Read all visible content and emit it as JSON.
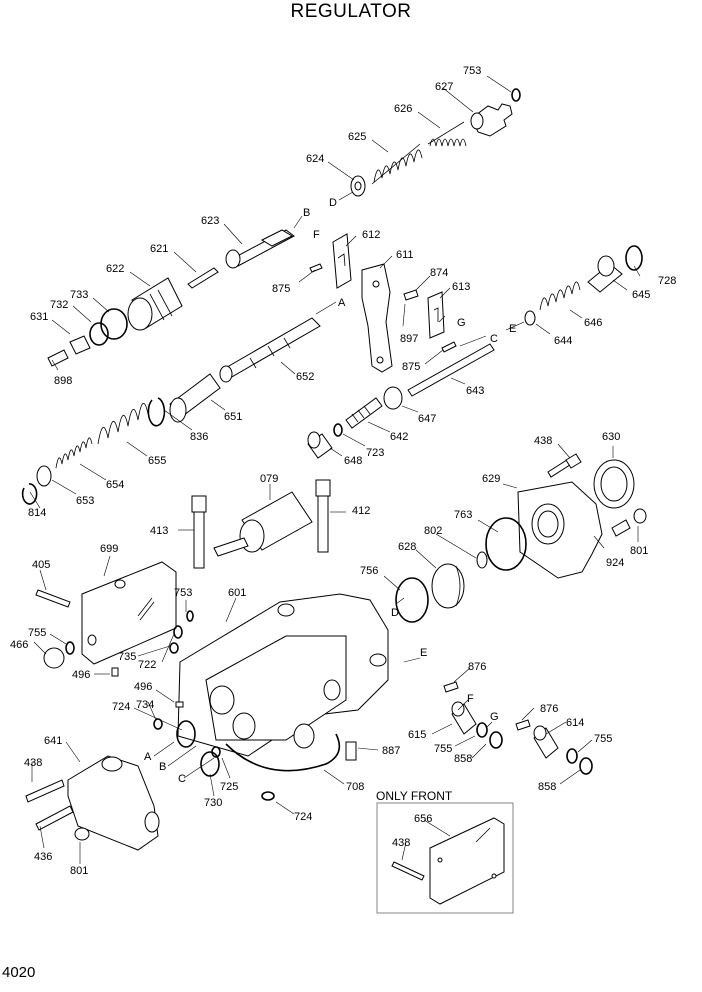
{
  "title": "REGULATOR",
  "page_number": "4020",
  "inset_label": "ONLY FRONT",
  "labels": {
    "p753a": "753",
    "p627": "627",
    "p626": "626",
    "p625": "625",
    "p624": "624",
    "lD1": "D",
    "lB1": "B",
    "p623": "623",
    "lF1": "F",
    "p612": "612",
    "p611": "611",
    "p621": "621",
    "p622": "622",
    "p733": "733",
    "p732": "732",
    "p631": "631",
    "p898": "898",
    "p875a": "875",
    "lA1": "A",
    "p874": "874",
    "p613": "613",
    "lG1": "G",
    "p897": "897",
    "p728": "728",
    "p645": "645",
    "p646": "646",
    "lE1": "E",
    "p644": "644",
    "lC1": "C",
    "p875b": "875",
    "p652": "652",
    "p643": "643",
    "p651": "651",
    "p647": "647",
    "p836": "836",
    "p642": "642",
    "p655": "655",
    "p723": "723",
    "p648": "648",
    "p654": "654",
    "p653": "653",
    "p814": "814",
    "p438a": "438",
    "p630": "630",
    "p629": "629",
    "p079": "079",
    "p413": "413",
    "p412": "412",
    "p763": "763",
    "p802": "802",
    "p628": "628",
    "p801a": "801",
    "p924": "924",
    "p405": "405",
    "p699": "699",
    "p756": "756",
    "lD2": "D",
    "p753b": "753",
    "p601": "601",
    "p466": "466",
    "p755a": "755",
    "p735": "735",
    "p722": "722",
    "lE2": "E",
    "p876a": "876",
    "p496a": "496",
    "p496b": "496",
    "p734": "734",
    "p724a": "724",
    "lF2": "F",
    "p615": "615",
    "lG2": "G",
    "p876b": "876",
    "p614": "614",
    "p755b": "755",
    "p755c": "755",
    "p858a": "858",
    "p858b": "858",
    "p887": "887",
    "p641": "641",
    "lA2": "A",
    "lB2": "B",
    "lC2": "C",
    "p725": "725",
    "p730": "730",
    "p708": "708",
    "p724b": "724",
    "p438b": "438",
    "p436": "436",
    "p801b": "801",
    "p656": "656",
    "p438c": "438"
  }
}
